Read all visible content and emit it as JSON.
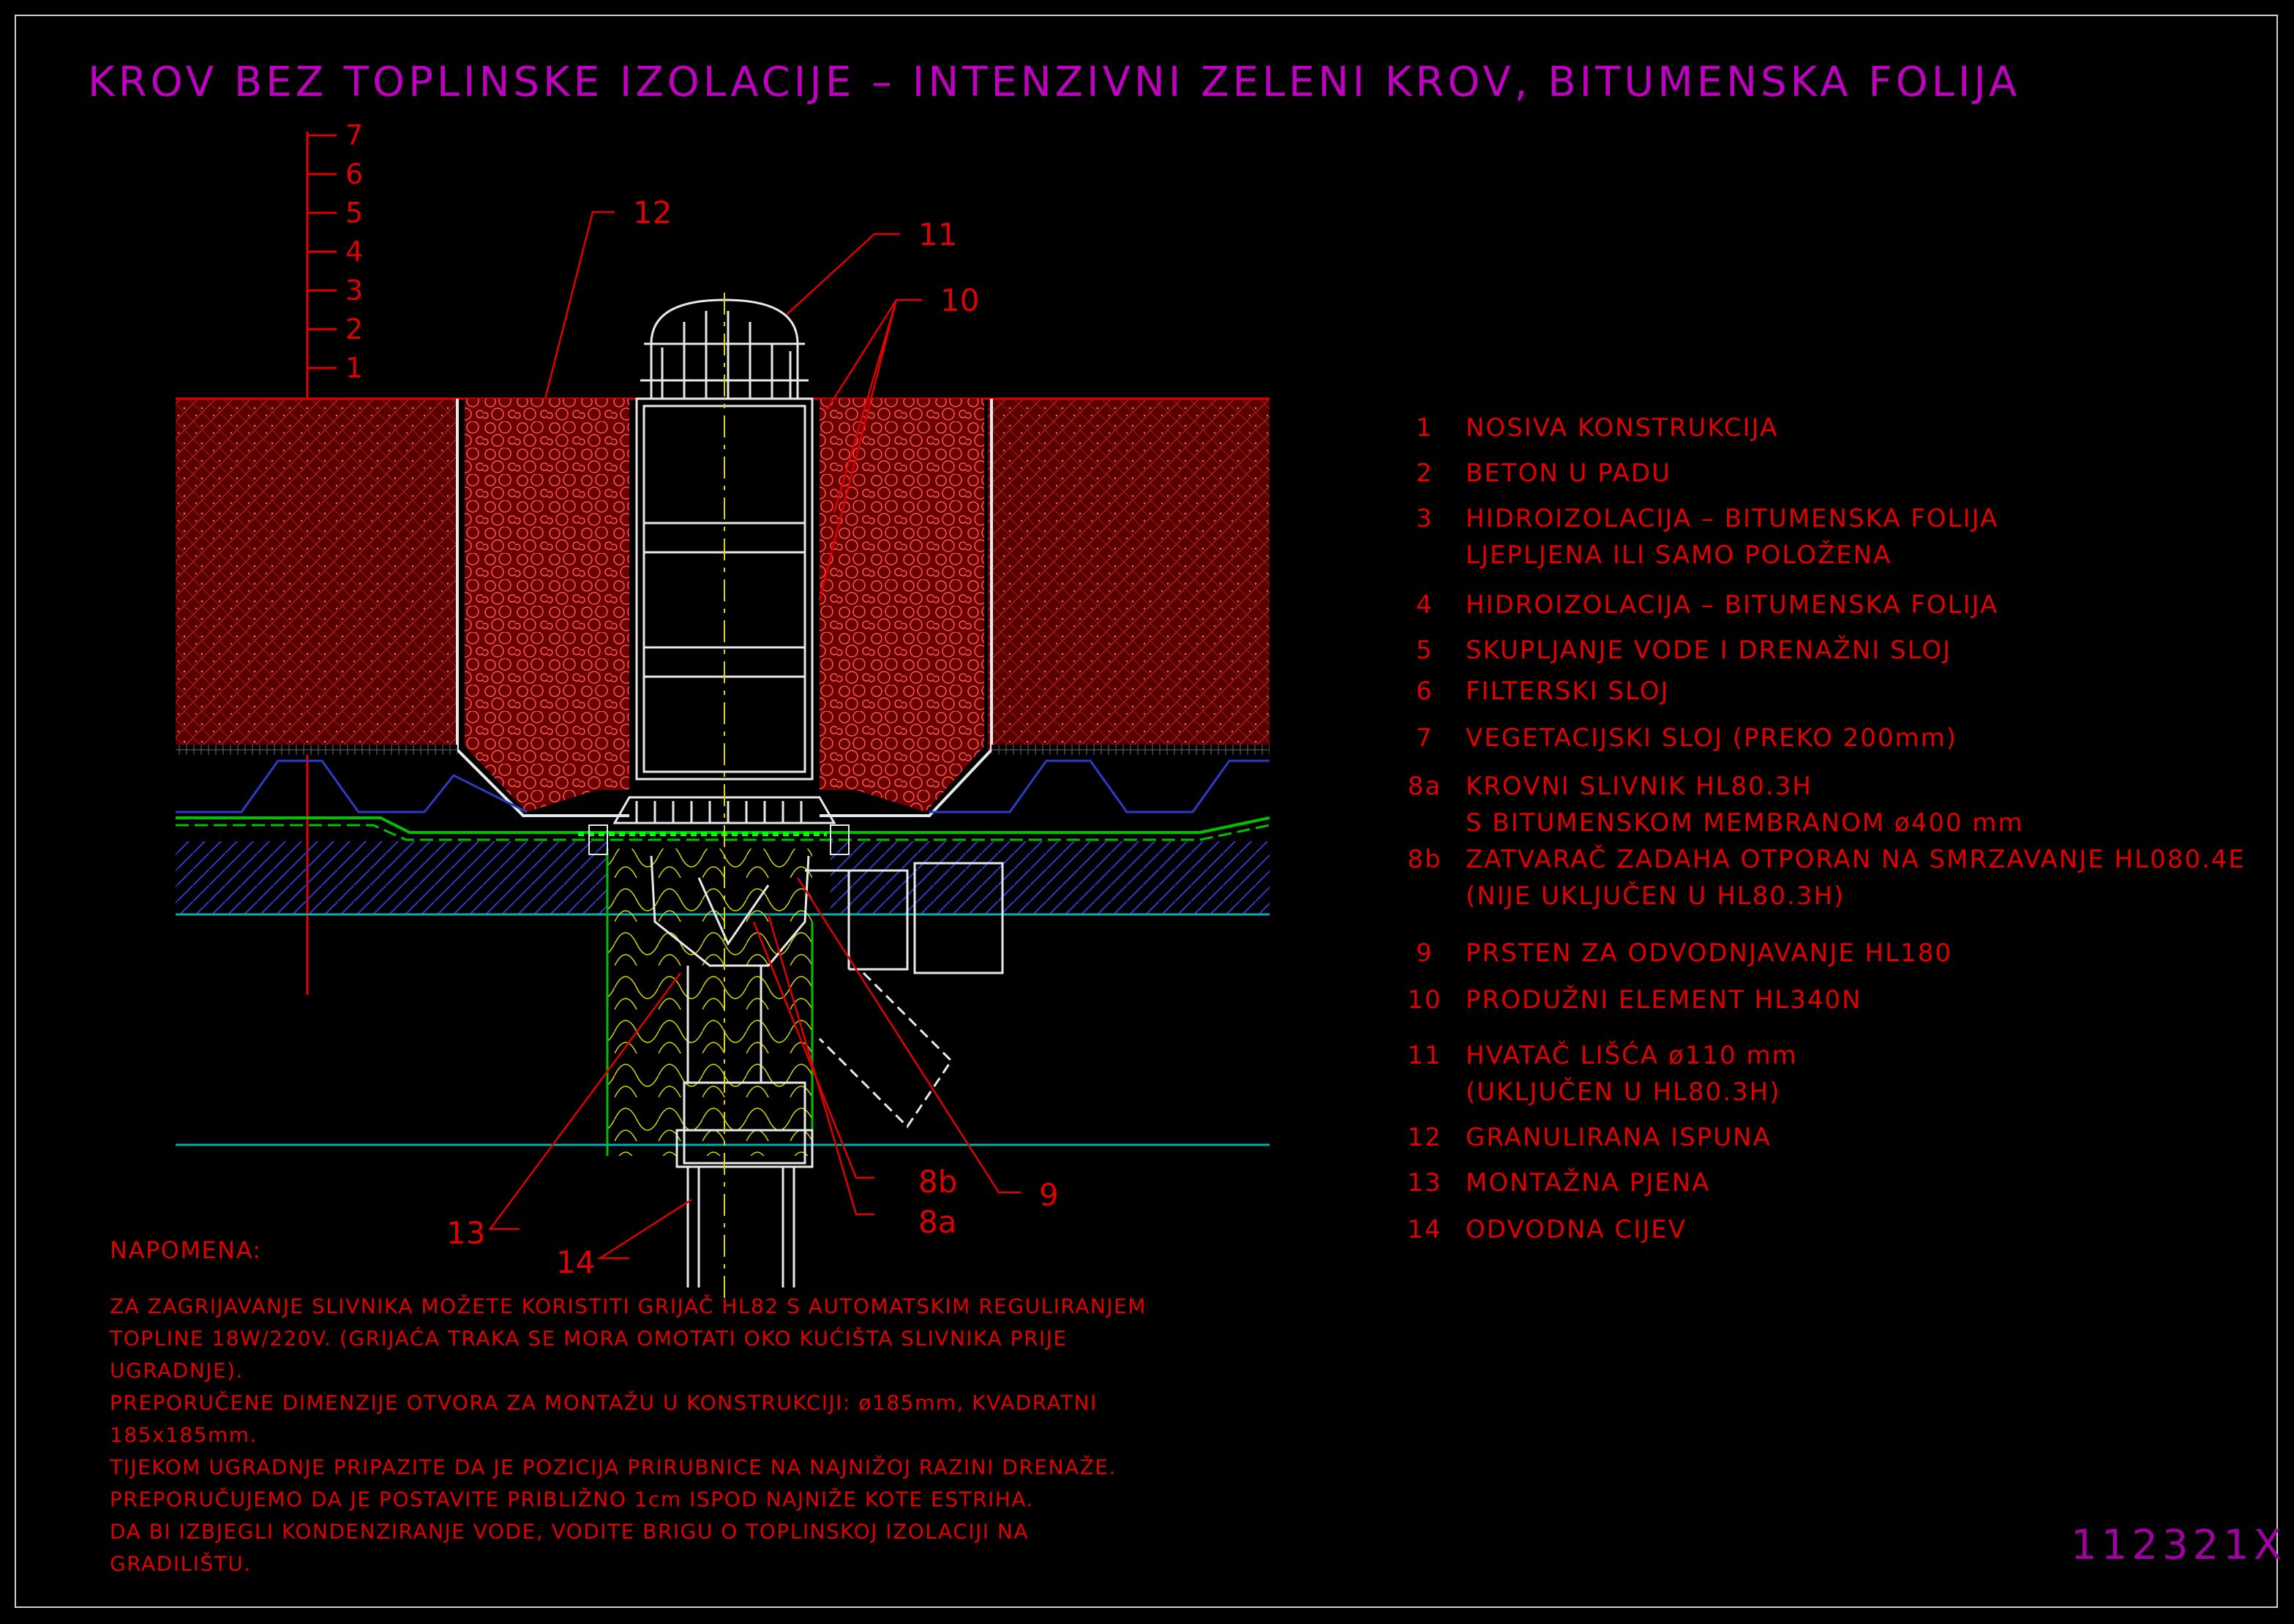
{
  "title": "KROV BEZ TOPLINSKE IZOLACIJE – INTENZIVNI ZELENI KROV, BITUMENSKA FOLIJA",
  "drawing_code": "112321X",
  "scale_labels": [
    "7",
    "6",
    "5",
    "4",
    "3",
    "2",
    "1"
  ],
  "callouts": {
    "c12": "12",
    "c11": "11",
    "c10": "10",
    "c13": "13",
    "c14": "14",
    "c8b": "8b",
    "c8a": "8a",
    "c9": "9"
  },
  "legend": [
    {
      "num": "1",
      "lines": [
        "NOSIVA KONSTRUKCIJA"
      ]
    },
    {
      "num": "2",
      "lines": [
        "BETON U PADU"
      ]
    },
    {
      "num": "3",
      "lines": [
        "HIDROIZOLACIJA – BITUMENSKA FOLIJA",
        "LJEPLJENA ILI SAMO POLOŽENA"
      ]
    },
    {
      "num": "4",
      "lines": [
        "HIDROIZOLACIJA – BITUMENSKA FOLIJA"
      ]
    },
    {
      "num": "5",
      "lines": [
        "SKUPLJANJE VODE I DRENAŽNI SLOJ"
      ]
    },
    {
      "num": "6",
      "lines": [
        "FILTERSKI SLOJ"
      ]
    },
    {
      "num": "7",
      "lines": [
        "VEGETACIJSKI SLOJ (PREKO 200mm)"
      ]
    },
    {
      "num": "8a",
      "lines": [
        "KROVNI SLIVNIK HL80.3H",
        "S BITUMENSKOM MEMBRANOM ø400 mm"
      ]
    },
    {
      "num": "8b",
      "lines": [
        "ZATVARAČ ZADAHA OTPORAN NA SMRZAVANJE HL080.4E",
        "(NIJE UKLJUČEN U HL80.3H)"
      ]
    },
    {
      "num": "9",
      "lines": [
        "PRSTEN ZA ODVODNJAVANJE HL180"
      ]
    },
    {
      "num": "10",
      "lines": [
        "PRODUŽNI ELEMENT HL340N"
      ]
    },
    {
      "num": "11",
      "lines": [
        "HVATAČ LIŠĆA ø110 mm",
        "(UKLJUČEN U HL80.3H)"
      ]
    },
    {
      "num": "12",
      "lines": [
        "GRANULIRANA ISPUNA"
      ]
    },
    {
      "num": "13",
      "lines": [
        "MONTAŽNA PJENA"
      ]
    },
    {
      "num": "14",
      "lines": [
        "ODVODNA CIJEV"
      ]
    }
  ],
  "notes": {
    "title": "NAPOMENA:",
    "lines": [
      "ZA ZAGRIJAVANJE SLIVNIKA MOŽETE KORISTITI GRIJAČ HL82 S AUTOMATSKIM REGULIRANJEM",
      "TOPLINE 18W/220V. (GRIJAĆA TRAKA SE MORA OMOTATI OKO KUĆIŠTA SLIVNIKA PRIJE",
      "UGRADNJE).",
      "PREPORUČENE DIMENZIJE OTVORA ZA MONTAŽU U KONSTRUKCIJI: ø185mm, KVADRATNI",
      "185x185mm.",
      "TIJEKOM UGRADNJE PRIPAZITE DA JE POZICIJA PRIRUBNICE NA NAJNIŽOJ RAZINI DRENAŽE.",
      "PREPORUČUJEMO DA JE POSTAVITE PRIBLIŽNO 1cm ISPOD NAJNIŽE KOTE ESTRIHA.",
      "DA BI IZBJEGLI KONDENZIRANJE VODE, VODITE BRIGU O TOPLINSKOJ IZOLACIJI NA",
      "GRADILIŠTU."
    ]
  },
  "colors": {
    "background": "#000000",
    "title": "#c000c0",
    "text": "#e00000",
    "frame": "#cfcfcf",
    "drawing_white": "#e8e8e8",
    "drawing_blue": "#2a3cc8",
    "drawing_green": "#00c000",
    "drawing_cyan": "#00b0b0",
    "drawing_yellow": "#d8d800"
  }
}
